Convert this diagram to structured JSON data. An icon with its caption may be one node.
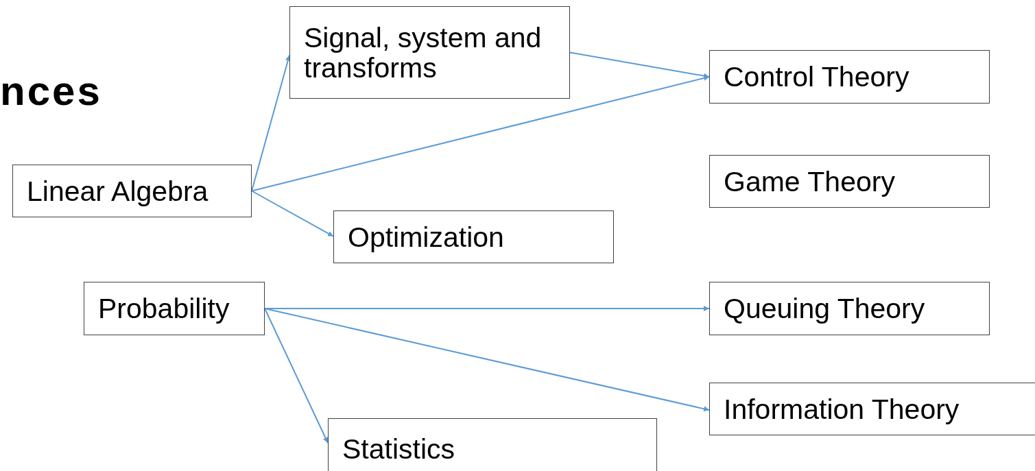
{
  "diagram": {
    "nodes": [
      {
        "text": [
          "Signal, system and transforms"
        ]
      },
      {
        "text": [
          "Control Theory"
        ]
      },
      {
        "text": [
          "Linear Algebra"
        ]
      },
      {
        "text": [
          "Game Theory"
        ]
      },
      {
        "text": [
          "Optimization"
        ]
      },
      {
        "text": [
          "Probability"
        ]
      },
      {
        "text": [
          "Queuing Theory"
        ]
      },
      {
        "text": [
          "Information Theory"
        ]
      },
      {
        "text": [
          "Statistics"
        ]
      }
    ],
    "edges": [
      {
        "from": 2,
        "to": 0,
        "arrow": "to"
      },
      {
        "from": 0,
        "to": 1,
        "arrow": "to"
      },
      {
        "from": 2,
        "to": 1,
        "arrow": "to"
      },
      {
        "from": 2,
        "to": 4,
        "arrow": "to"
      },
      {
        "from": 5,
        "to": 6,
        "arrow": "to"
      },
      {
        "from": 5,
        "to": 7,
        "arrow": "to"
      },
      {
        "from": 5,
        "to": 8,
        "arrow": "to"
      }
    ],
    "labels": [
      "nces"
    ]
  }
}
